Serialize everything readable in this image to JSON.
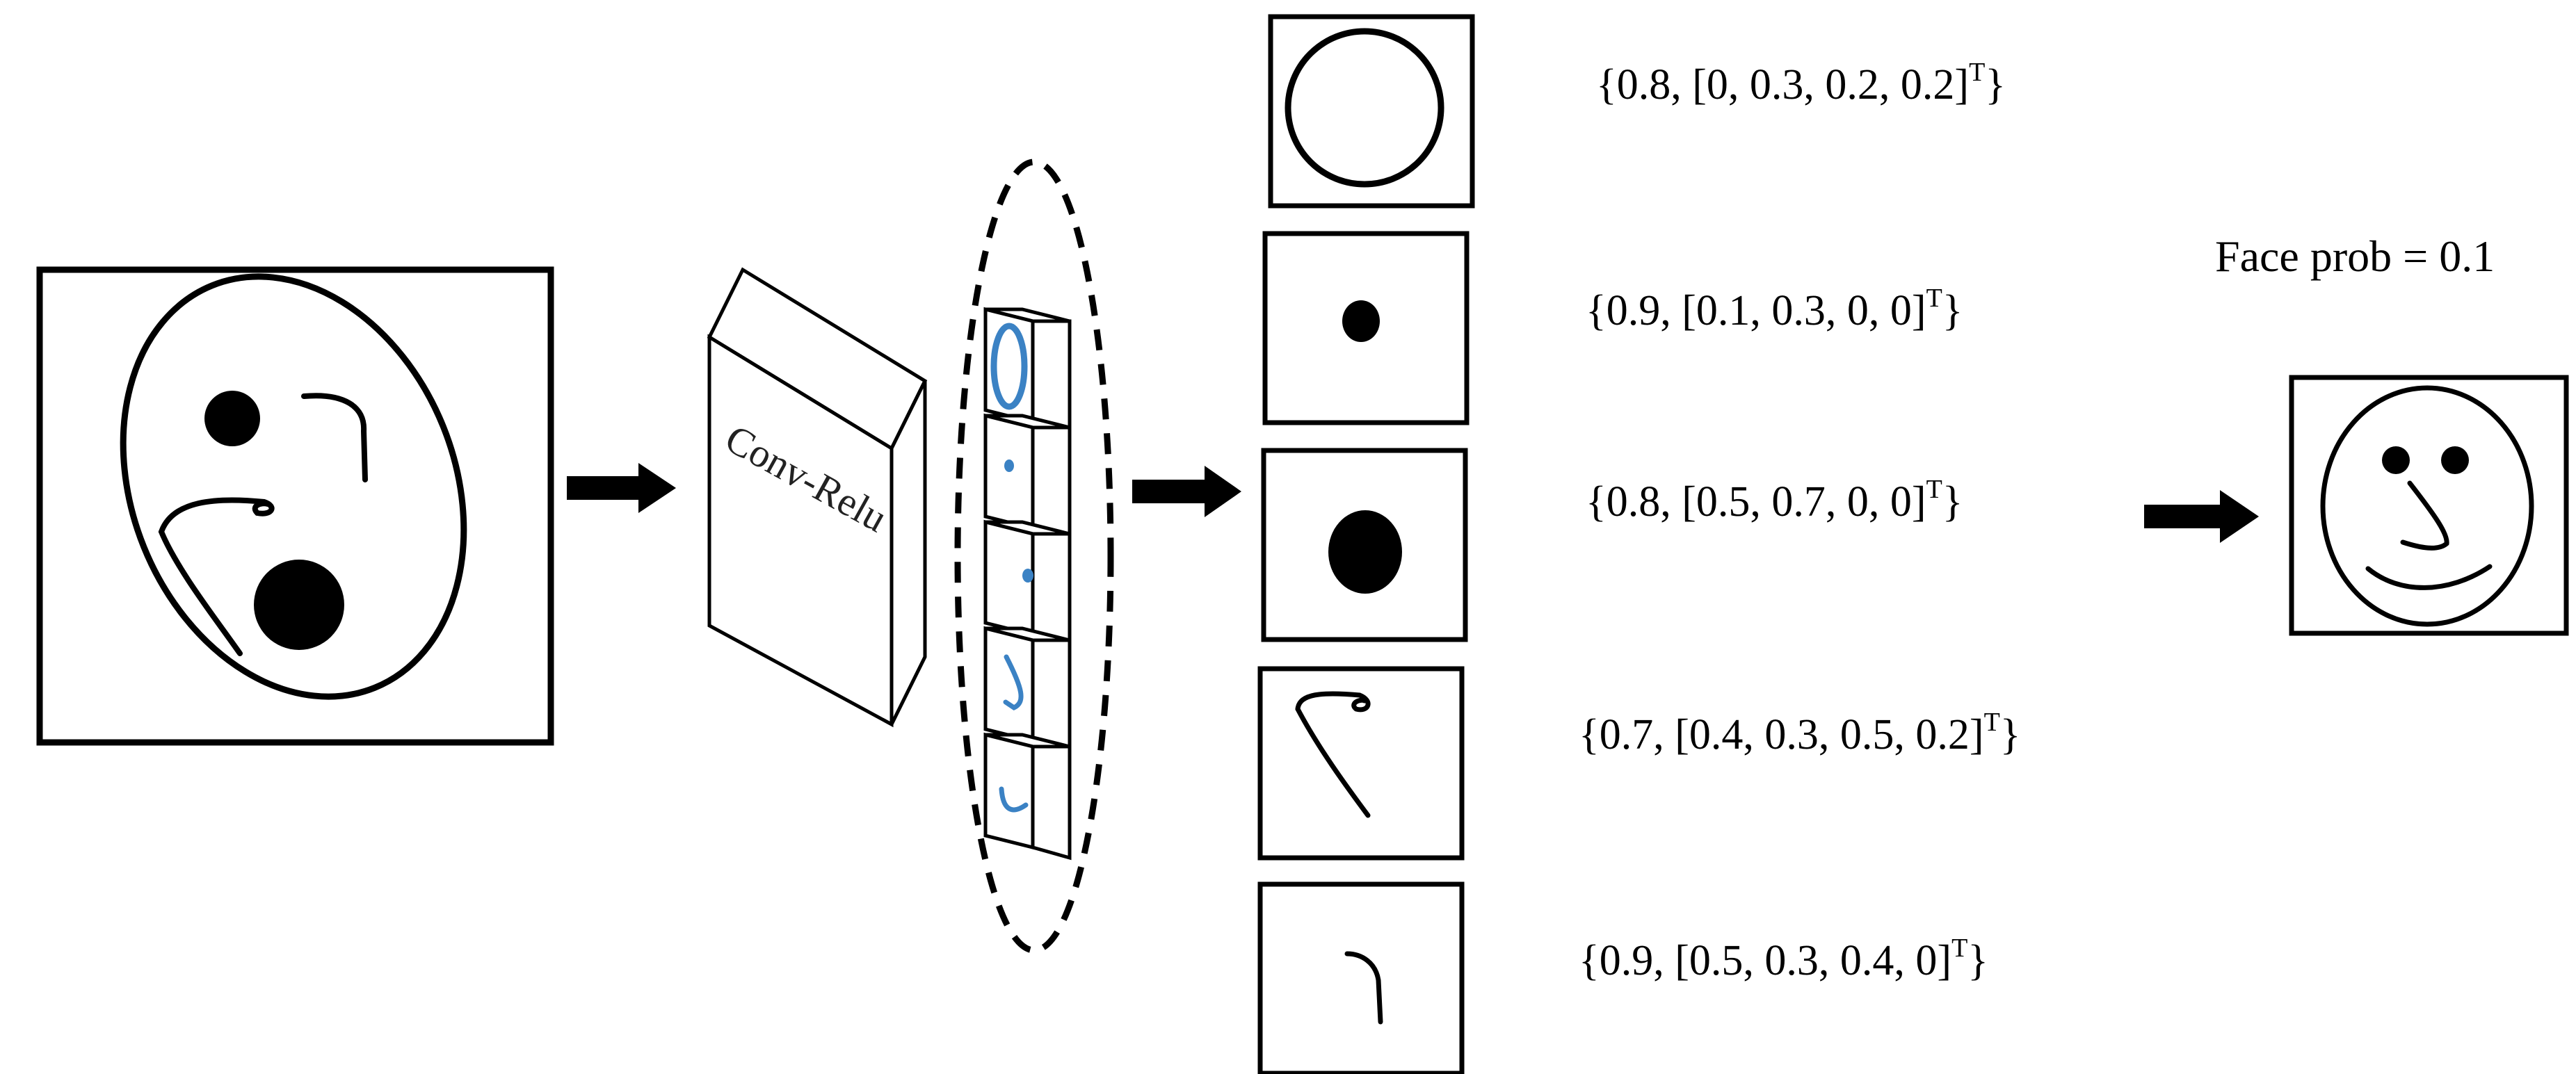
{
  "diagram": {
    "conv_label": "Conv-Relu",
    "face_prob_label": "Face prob = 0.1",
    "feature_outputs": [
      {
        "prefix": "{0.8, [0, 0.3, 0.2, 0.2]",
        "sup": "T",
        "suffix": "}"
      },
      {
        "prefix": "{0.9, [0.1, 0.3, 0, 0]",
        "sup": "T",
        "suffix": "}"
      },
      {
        "prefix": "{0.8, [0.5, 0.7, 0, 0]",
        "sup": "T",
        "suffix": "}"
      },
      {
        "prefix": "{0.7, [0.4, 0.3, 0.5, 0.2]",
        "sup": "T",
        "suffix": "}"
      },
      {
        "prefix": "{0.9, [0.5, 0.3, 0.4, 0]",
        "sup": "T",
        "suffix": "}"
      }
    ],
    "colors": {
      "stroke": "#000000",
      "feature_map_accent": "#3b82c4"
    }
  }
}
